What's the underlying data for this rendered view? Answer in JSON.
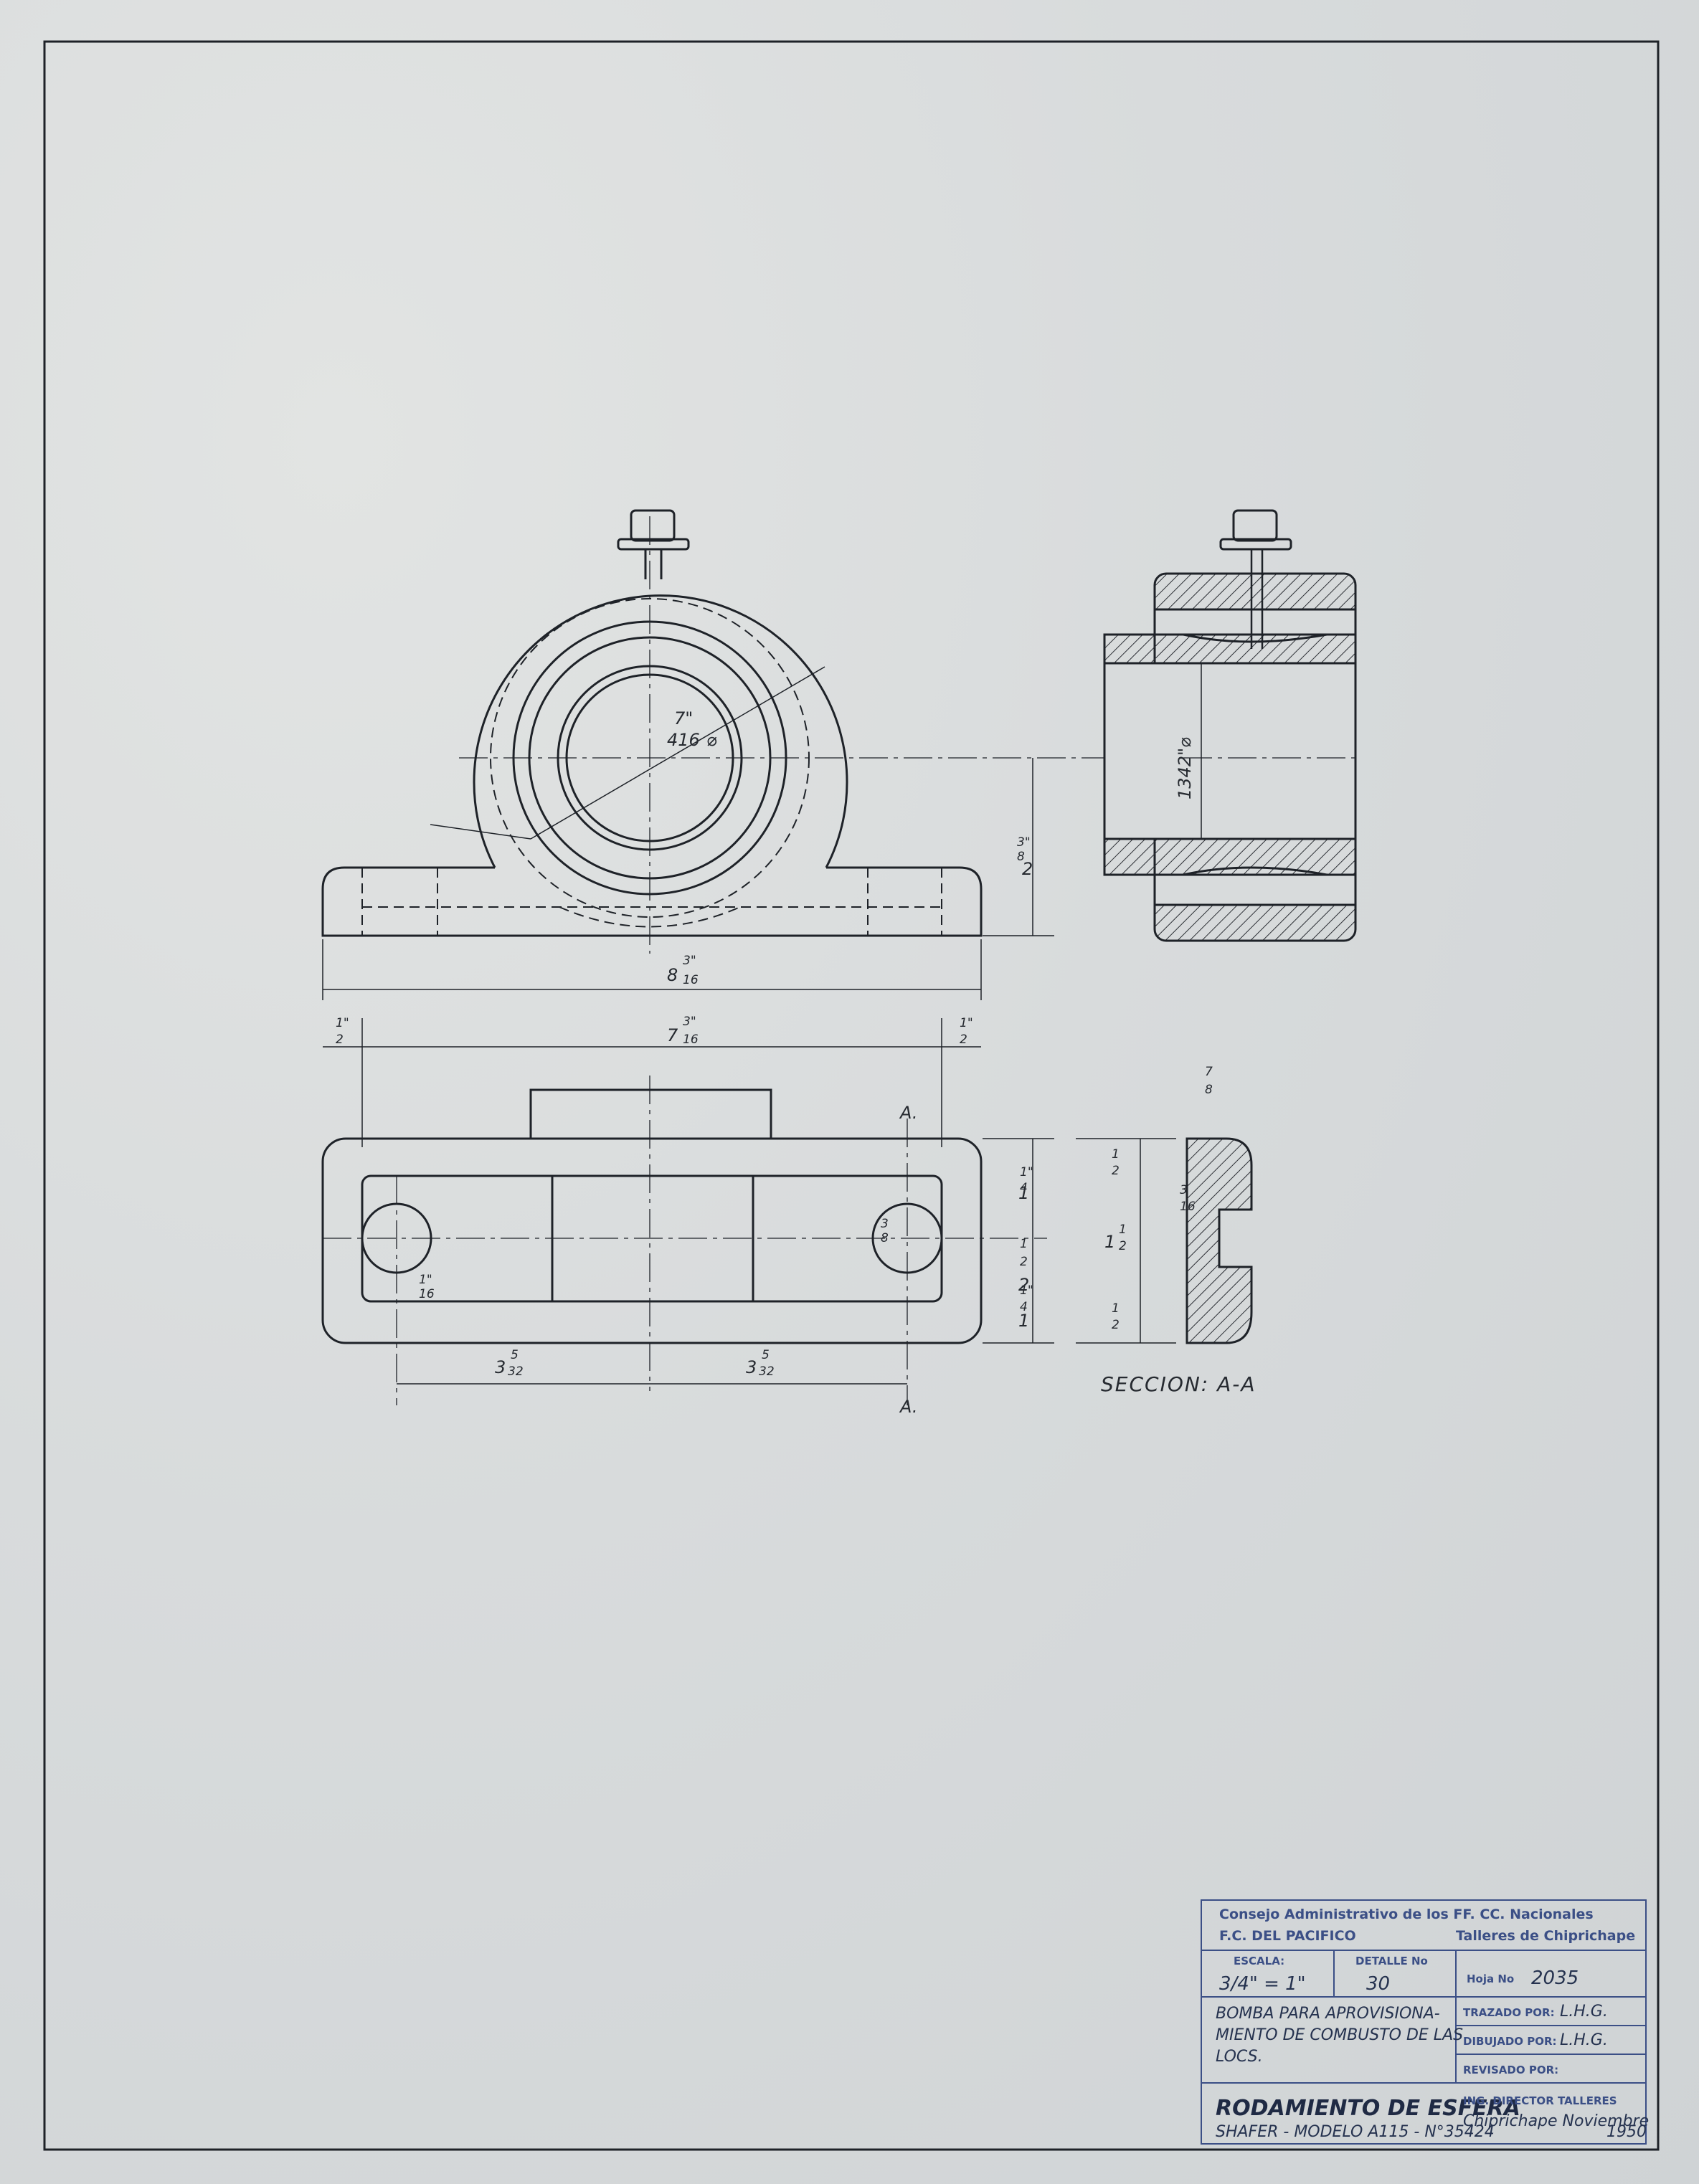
{
  "drawing": {
    "dimensions": {
      "bore_dia_num": "7\"",
      "bore_dia_den": "416",
      "bore_dia_sym": "⌀",
      "center_height_whole": "2",
      "center_height_num": "3\"",
      "center_height_den": "8",
      "overall_length_whole": "8",
      "overall_length_num": "3\"",
      "overall_length_den": "16",
      "bolt_span_whole": "7",
      "bolt_span_num": "3\"",
      "bolt_span_den": "16",
      "edge_left_num": "1\"",
      "edge_left_den": "2",
      "edge_right_num": "1\"",
      "edge_right_den": "2",
      "section_dia": "1342\"⌀",
      "section_top_width_num": "7",
      "section_top_width_den": "8",
      "base_width_whole": "2",
      "base_width_num": "1",
      "base_width_den": "2",
      "base_upper_whole": "1",
      "base_upper_num": "1\"",
      "base_upper_den": "4",
      "base_lower_whole": "1",
      "base_lower_num": "1\"",
      "base_lower_den": "4",
      "slot_half_left_whole": "3",
      "slot_half_left_num": "5",
      "slot_half_left_den": "32",
      "slot_half_right_whole": "3",
      "slot_half_right_num": "5",
      "slot_half_right_den": "32",
      "slot_width_num": "1\"",
      "slot_width_den": "16",
      "hole_r_num": "3",
      "hole_r_den": "8",
      "sec_a_num": "1",
      "sec_a_den": "2",
      "sec_b_whole": "1",
      "sec_b_num": "1",
      "sec_b_den": "2",
      "sec_c_num": "1",
      "sec_c_den": "2",
      "sec_d_num": "3",
      "sec_d_den": "16"
    },
    "section_mark_top": "A.",
    "section_mark_bottom": "A.",
    "section_label": "SECCION: A-A"
  },
  "title_block": {
    "org_line1": "Consejo Administrativo de los FF. CC. Nacionales",
    "org_line2_left": "F.C. DEL PACIFICO",
    "org_line2_right": "Talleres de Chiprichape",
    "escala_label": "ESCALA:",
    "escala_value": "3/4\" = 1\"",
    "detalle_label": "DETALLE No",
    "detalle_value": "30",
    "hoja_label": "Hoja No",
    "hoja_value": "2035",
    "description_line1": "BOMBA PARA APROVISIONA-",
    "description_line2": "MIENTO DE COMBUSTO DE LAS",
    "description_line3": "LOCS.",
    "trazado_label": "TRAZADO POR:",
    "trazado_value": "L.H.G.",
    "dibujado_label": "DIBUJADO POR:",
    "dibujado_value": "L.H.G.",
    "revisado_label": "REVISADO POR:",
    "revisado_value": "",
    "part_title": "RODAMIENTO DE ESFERA",
    "part_subtitle": "SHAFER - MODELO A115 - N°35424",
    "director_label": "ING. DIRECTOR TALLERES",
    "place_date": "Chiprichape Noviembre",
    "year": "1950"
  }
}
